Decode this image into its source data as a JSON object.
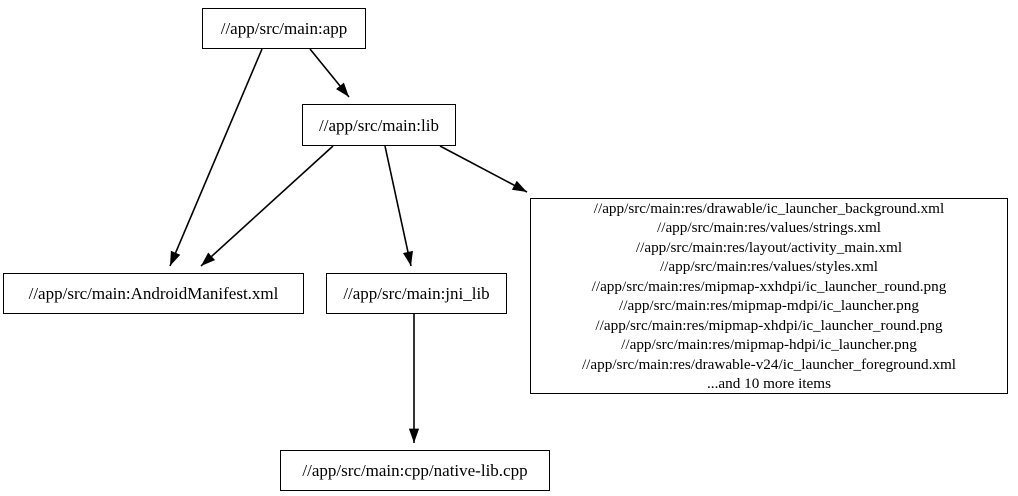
{
  "graph": {
    "type": "dependency-graph",
    "direction": "top-to-bottom",
    "background_color": "#ffffff",
    "edge_color": "#000000",
    "node_border_color": "#000000",
    "node_fill_color": "#ffffff",
    "nodes": [
      {
        "id": "app",
        "label": "//app/src/main:app"
      },
      {
        "id": "lib",
        "label": "//app/src/main:lib"
      },
      {
        "id": "manifest",
        "label": "//app/src/main:AndroidManifest.xml"
      },
      {
        "id": "jni_lib",
        "label": "//app/src/main:jni_lib"
      },
      {
        "id": "native_lib",
        "label": "//app/src/main:cpp/native-lib.cpp"
      },
      {
        "id": "res",
        "lines": [
          "//app/src/main:res/drawable/ic_launcher_background.xml",
          "//app/src/main:res/values/strings.xml",
          "//app/src/main:res/layout/activity_main.xml",
          "//app/src/main:res/values/styles.xml",
          "//app/src/main:res/mipmap-xxhdpi/ic_launcher_round.png",
          "//app/src/main:res/mipmap-mdpi/ic_launcher.png",
          "//app/src/main:res/mipmap-xhdpi/ic_launcher_round.png",
          "//app/src/main:res/mipmap-hdpi/ic_launcher.png",
          "//app/src/main:res/drawable-v24/ic_launcher_foreground.xml",
          "...and 10 more items"
        ],
        "more_items_count": 10
      }
    ],
    "edges": [
      {
        "from": "app",
        "to": "manifest"
      },
      {
        "from": "app",
        "to": "lib"
      },
      {
        "from": "lib",
        "to": "manifest"
      },
      {
        "from": "lib",
        "to": "jni_lib"
      },
      {
        "from": "lib",
        "to": "res"
      },
      {
        "from": "jni_lib",
        "to": "native_lib"
      }
    ]
  },
  "res_node_text": "//app/src/main:res/drawable/ic_launcher_background.xml\n//app/src/main:res/values/strings.xml\n//app/src/main:res/layout/activity_main.xml\n//app/src/main:res/values/styles.xml\n//app/src/main:res/mipmap-xxhdpi/ic_launcher_round.png\n//app/src/main:res/mipmap-mdpi/ic_launcher.png\n//app/src/main:res/mipmap-xhdpi/ic_launcher_round.png\n//app/src/main:res/mipmap-hdpi/ic_launcher.png\n//app/src/main:res/drawable-v24/ic_launcher_foreground.xml\n...and 10 more items"
}
